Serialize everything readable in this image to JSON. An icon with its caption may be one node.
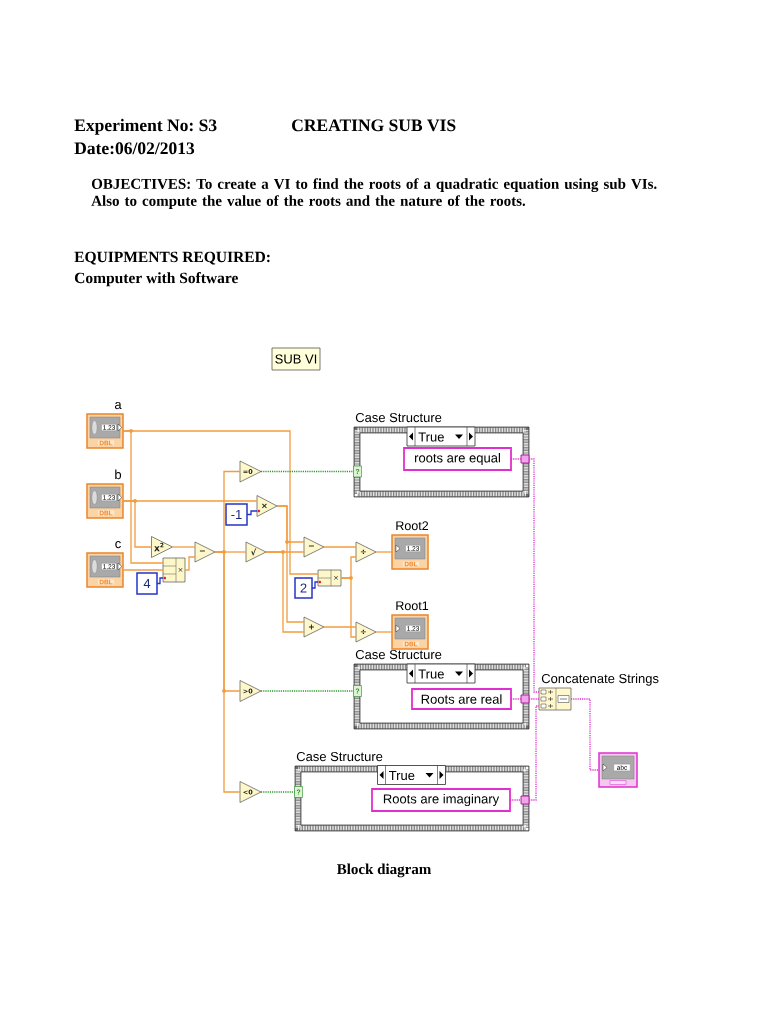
{
  "diagram": {
    "title": "CREATING SUB VIS",
    "caption": "Block diagram",
    "nodes": [
      {
        "text": [
          "SUB VI"
        ]
      },
      {
        "text": [
          "a",
          "1.23",
          "DBL"
        ]
      },
      {
        "text": [
          "Case Structure"
        ]
      },
      {
        "text": [
          "True"
        ],
        "in": 2
      },
      {
        "text": [
          "roots are equal"
        ],
        "in": 2
      },
      {
        "text": [],
        "shape": "box",
        "in": 2
      },
      {
        "text": [
          "?"
        ],
        "in": 2
      },
      {
        "text": [
          "=0"
        ]
      },
      {
        "text": [
          "b",
          "1.23",
          "DBL"
        ]
      },
      {
        "text": [
          "×"
        ]
      },
      {
        "text": [
          "-1"
        ]
      },
      {
        "text": [
          "c",
          "1.23",
          "DBL"
        ]
      },
      {
        "text": [
          "x$^{2}$"
        ]
      },
      {
        "text": [
          "−"
        ]
      },
      {
        "text": [
          "×"
        ]
      },
      {
        "text": [
          "4"
        ]
      },
      {
        "text": [
          "√"
        ]
      },
      {
        "text": [
          "−"
        ]
      },
      {
        "text": [
          "×"
        ]
      },
      {
        "text": [
          "2"
        ]
      },
      {
        "text": [
          "+"
        ]
      },
      {
        "text": [
          "÷"
        ]
      },
      {
        "text": [
          "Root2",
          "1.23",
          "DBL"
        ]
      },
      {
        "text": [
          "÷"
        ]
      },
      {
        "text": [
          "Root1",
          "1.23",
          "DBL"
        ]
      },
      {
        "text": [
          "Case Structure"
        ]
      },
      {
        "text": [
          "True"
        ],
        "in": 25
      },
      {
        "text": [
          "Roots are real"
        ],
        "in": 25
      },
      {
        "text": [],
        "shape": "box",
        "in": 25
      },
      {
        "text": [
          "?"
        ],
        "in": 25
      },
      {
        "text": [
          ">0"
        ]
      },
      {
        "text": [
          "Concatenate Strings"
        ]
      },
      {
        "text": [
          "abc"
        ]
      },
      {
        "text": [
          "Case Structure"
        ]
      },
      {
        "text": [
          "True"
        ],
        "in": 33
      },
      {
        "text": [
          "Roots are imaginary"
        ],
        "in": 33
      },
      {
        "text": [],
        "shape": "box",
        "in": 33
      },
      {
        "text": [
          "?"
        ],
        "in": 33
      },
      {
        "text": [
          "<0"
        ]
      }
    ],
    "edges": [
      {
        "from": 1,
        "to": 18,
        "arrow": "none"
      },
      {
        "from": 1,
        "to": 14,
        "arrow": "none"
      },
      {
        "from": 8,
        "to": 9,
        "arrow": "none"
      },
      {
        "from": 8,
        "to": 12,
        "arrow": "none"
      },
      {
        "from": 11,
        "to": 14,
        "arrow": "none"
      },
      {
        "from": 15,
        "to": 14,
        "arrow": "none",
        "color": "#2535c8"
      },
      {
        "from": 12,
        "to": 13,
        "arrow": "none"
      },
      {
        "from": 14,
        "to": 13,
        "arrow": "none"
      },
      {
        "from": 13,
        "to": 7,
        "arrow": "none"
      },
      {
        "from": 13,
        "to": 16,
        "arrow": "none"
      },
      {
        "from": 13,
        "to": 30,
        "arrow": "none"
      },
      {
        "from": 13,
        "to": 38,
        "arrow": "none"
      },
      {
        "from": 7,
        "to": 6,
        "arrow": "none",
        "style": "dashed",
        "color": "#2e9b2e"
      },
      {
        "from": 30,
        "to": 29,
        "arrow": "none",
        "style": "dashed",
        "color": "#2e9b2e"
      },
      {
        "from": 38,
        "to": 37,
        "arrow": "none",
        "style": "dashed",
        "color": "#2e9b2e"
      },
      {
        "from": 10,
        "to": 9,
        "arrow": "none",
        "color": "#2535c8"
      },
      {
        "from": 9,
        "to": 17,
        "arrow": "none"
      },
      {
        "from": 9,
        "to": 20,
        "arrow": "none"
      },
      {
        "from": 16,
        "to": 17,
        "arrow": "none"
      },
      {
        "from": 16,
        "to": 20,
        "arrow": "none"
      },
      {
        "from": 19,
        "to": 18,
        "arrow": "none",
        "color": "#2535c8"
      },
      {
        "from": 18,
        "to": 21,
        "arrow": "none"
      },
      {
        "from": 18,
        "to": 23,
        "arrow": "none"
      },
      {
        "from": 17,
        "to": 21,
        "arrow": "none"
      },
      {
        "from": 20,
        "to": 23,
        "arrow": "none"
      },
      {
        "from": 21,
        "to": 22,
        "arrow": "none"
      },
      {
        "from": 23,
        "to": 24,
        "arrow": "none"
      },
      {
        "from": 4,
        "to": 5,
        "arrow": "none",
        "style": "dashed",
        "color": "#e02fd0"
      },
      {
        "from": 27,
        "to": 28,
        "arrow": "none",
        "style": "dashed",
        "color": "#e02fd0"
      },
      {
        "from": 35,
        "to": 36,
        "arrow": "none",
        "style": "dashed",
        "color": "#e02fd0"
      },
      {
        "from": 5,
        "to": 31,
        "arrow": "none",
        "style": "dashed",
        "color": "#e02fd0"
      },
      {
        "from": 28,
        "to": 31,
        "arrow": "none",
        "style": "dashed",
        "color": "#e02fd0"
      },
      {
        "from": 36,
        "to": 31,
        "arrow": "none",
        "style": "dashed",
        "color": "#e02fd0"
      },
      {
        "from": 31,
        "to": 32,
        "arrow": "none",
        "style": "dashed",
        "color": "#e02fd0"
      }
    ],
    "labels": [
      "Experiment No: S3",
      "Date:06/02/2013",
      "OBJECTIVES: To create a VI to find the roots of a quadratic equation using sub VIs. Also to compute the value of the roots and the nature of the roots.",
      "EQUIPMENTS REQUIRED:",
      "Computer with Software"
    ]
  }
}
